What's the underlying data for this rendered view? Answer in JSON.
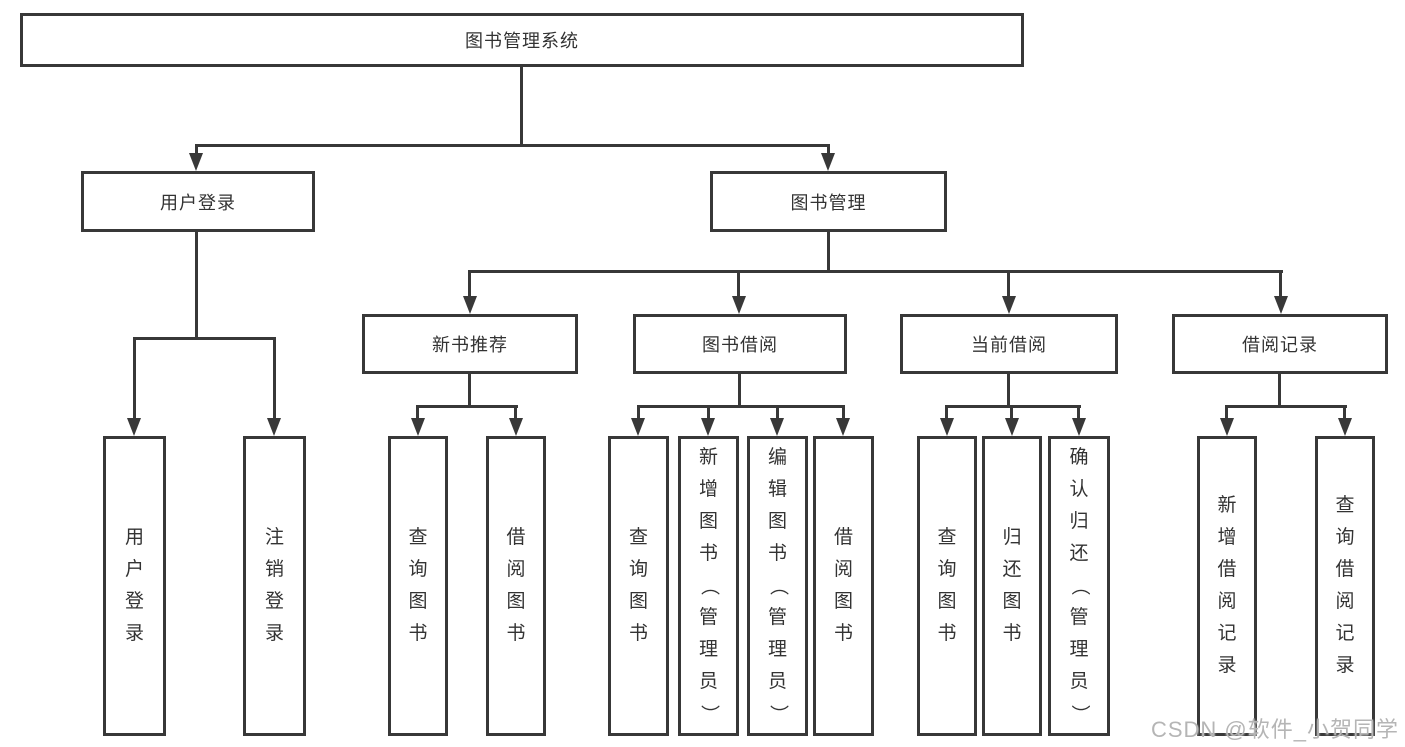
{
  "colors": {
    "line": "#383838",
    "text": "#333333",
    "watermark": "#b5b5b5",
    "background": "#ffffff"
  },
  "watermark": {
    "text": "CSDN @软件_小贺同学"
  },
  "diagram": {
    "root": {
      "label": "图书管理系统"
    },
    "branches": {
      "user_login": {
        "label": "用户登录"
      },
      "book_mgmt": {
        "label": "图书管理"
      }
    },
    "modules": {
      "new_books": {
        "label": "新书推荐"
      },
      "book_borrow": {
        "label": "图书借阅"
      },
      "current_borrow": {
        "label": "当前借阅"
      },
      "borrow_records": {
        "label": "借阅记录"
      }
    },
    "leaves": {
      "user_login": {
        "label": "用户登录"
      },
      "logout": {
        "label": "注销登录"
      },
      "nb_query_books": {
        "label": "查询图书"
      },
      "nb_borrow_books": {
        "label": "借阅图书"
      },
      "bb_query_books": {
        "label": "查询图书"
      },
      "bb_add_books": {
        "label": "新增图书（管理员）"
      },
      "bb_edit_books": {
        "label": "编辑图书（管理员）"
      },
      "bb_borrow_books": {
        "label": "借阅图书"
      },
      "cb_query_books": {
        "label": "查询图书"
      },
      "cb_return_books": {
        "label": "归还图书"
      },
      "cb_confirm_return": {
        "label": "确认归还（管理员）"
      },
      "rec_add_record": {
        "label": "新增借阅记录"
      },
      "rec_query_record": {
        "label": "查询借阅记录"
      }
    }
  }
}
